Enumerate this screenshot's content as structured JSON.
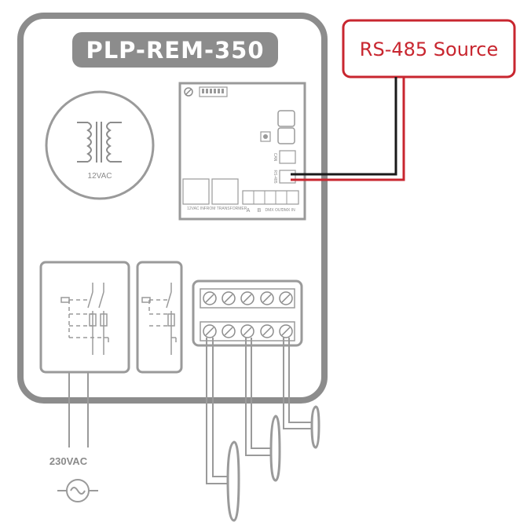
{
  "title": "PLP-REM-350",
  "source_label": "RS-485 Source",
  "transformer_label": "12VAC",
  "mains_label": "230VAC",
  "board": {
    "label_12vac_in": "12VAC IN",
    "label_transformer": "FROM TRANSFORMER",
    "label_a": "A",
    "label_b": "B",
    "label_dmx_out": "DMX OUT",
    "label_dmx_in": "DMX IN",
    "label_can": "CAN",
    "label_rs485": "RS-485"
  },
  "colors": {
    "enclosure": "#8c8c8c",
    "wire_red": "#c8262f",
    "wire_black": "#1a1a1a",
    "source_border": "#c8262f",
    "light_gray": "#9a9a9a"
  }
}
